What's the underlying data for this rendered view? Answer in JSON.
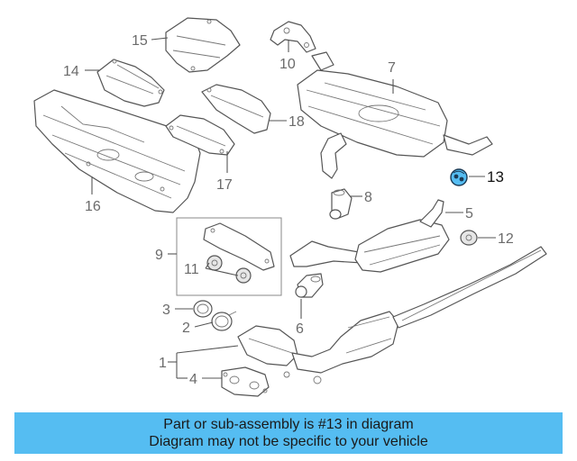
{
  "callouts": {
    "c1": "1",
    "c2": "2",
    "c3": "3",
    "c4": "4",
    "c5": "5",
    "c6": "6",
    "c7": "7",
    "c8": "8",
    "c9": "9",
    "c10": "10",
    "c11": "11",
    "c12": "12",
    "c13": "13",
    "c14": "14",
    "c15": "15",
    "c16": "16",
    "c17": "17",
    "c18": "18"
  },
  "highlight": {
    "part": "13",
    "color": "#55bdf2"
  },
  "banner": {
    "line1": "Part or sub-assembly is #13 in diagram",
    "line2": "Diagram may not be specific to your vehicle",
    "color": "#55bdf2"
  }
}
